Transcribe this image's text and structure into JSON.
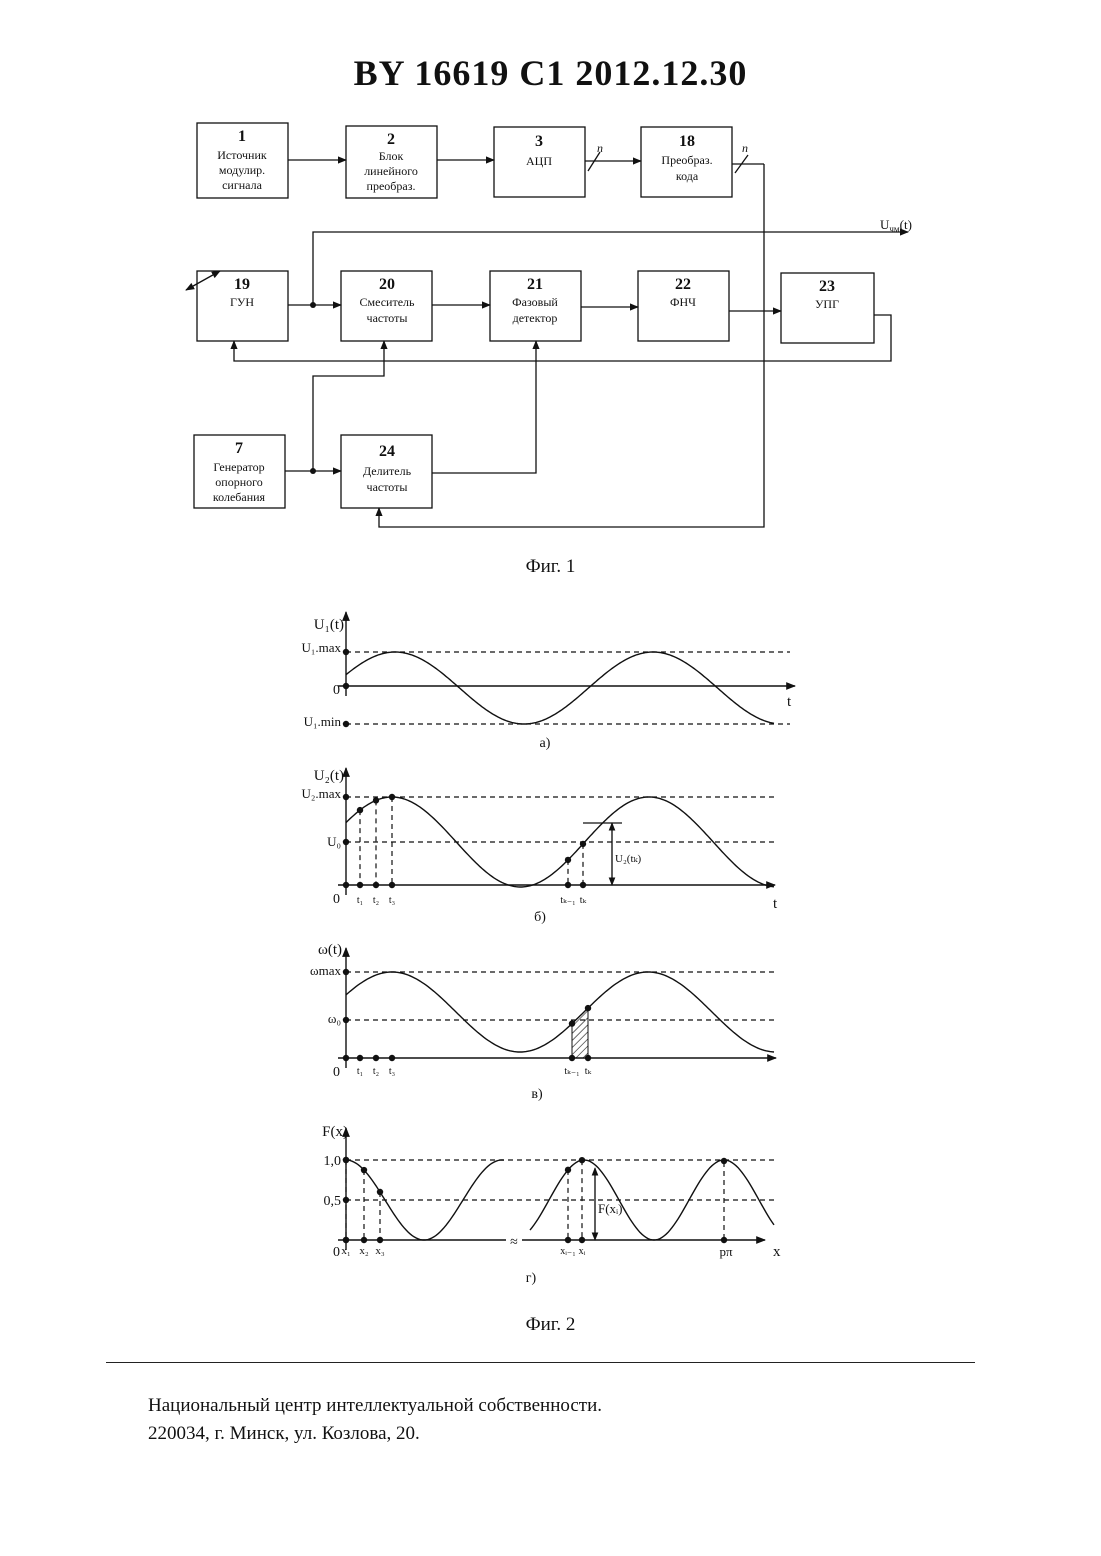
{
  "header": {
    "title": "BY  16619  C1  2012.12.30"
  },
  "fig1": {
    "caption": "Фиг. 1",
    "blocks": [
      {
        "num": "1",
        "lines": [
          "Источник",
          "модулир.",
          "сигнала"
        ]
      },
      {
        "num": "2",
        "lines": [
          "Блок",
          "линейного",
          "преобраз."
        ]
      },
      {
        "num": "3",
        "lines": [
          "АЦП"
        ]
      },
      {
        "num": "18",
        "lines": [
          "Преобраз.",
          "кода"
        ]
      },
      {
        "num": "19",
        "lines": [
          "ГУН"
        ]
      },
      {
        "num": "20",
        "lines": [
          "Смеситель",
          "частоты"
        ]
      },
      {
        "num": "21",
        "lines": [
          "Фазовый",
          "детектор"
        ]
      },
      {
        "num": "22",
        "lines": [
          "ФНЧ"
        ]
      },
      {
        "num": "23",
        "lines": [
          "УПГ"
        ]
      },
      {
        "num": "7",
        "lines": [
          "Генератор",
          "опорного",
          "колебания"
        ]
      },
      {
        "num": "24",
        "lines": [
          "Делитель",
          "частоты"
        ]
      }
    ],
    "bus_label": "n",
    "output_label": "U",
    "output_sub": "чм",
    "output_suffix": "(t)"
  },
  "fig2": {
    "caption": "Фиг. 2",
    "panel_a": {
      "ylabel": "U₁(t)",
      "ymax": "U₁.max",
      "ymin": "U₁.min",
      "zero": "0",
      "xlabel": "t",
      "tag": "а)"
    },
    "panel_b": {
      "ylabel": "U₂(t)",
      "ymax": "U₂.max",
      "y0": "U₀",
      "zero": "0",
      "xlabel": "t",
      "ticks": [
        "t₁",
        "t₂",
        "t₃",
        "tₖ₋₁",
        "tₖ"
      ],
      "annotation": "U₂(tₖ)",
      "tag": "б)"
    },
    "panel_c": {
      "ylabel": "ω(t)",
      "ymax": "ωmax",
      "y0": "ω₀",
      "zero": "0",
      "ticks": [
        "t₁",
        "t₂",
        "t₃",
        "tₖ₋₁",
        "tₖ"
      ],
      "tag": "в)"
    },
    "panel_d": {
      "ylabel": "F(x)",
      "y1": "1,0",
      "y05": "0,5",
      "zero": "0",
      "xlabel": "x",
      "ticks": [
        "x₁",
        "x₂",
        "x₃",
        "xᵢ₋₁",
        "xᵢ",
        "pπ"
      ],
      "annotation": "F(xᵢ)",
      "tag": "г)"
    }
  },
  "footer": {
    "line1": "Национальный центр интеллектуальной собственности.",
    "line2": "220034, г. Минск, ул. Козлова, 20."
  }
}
